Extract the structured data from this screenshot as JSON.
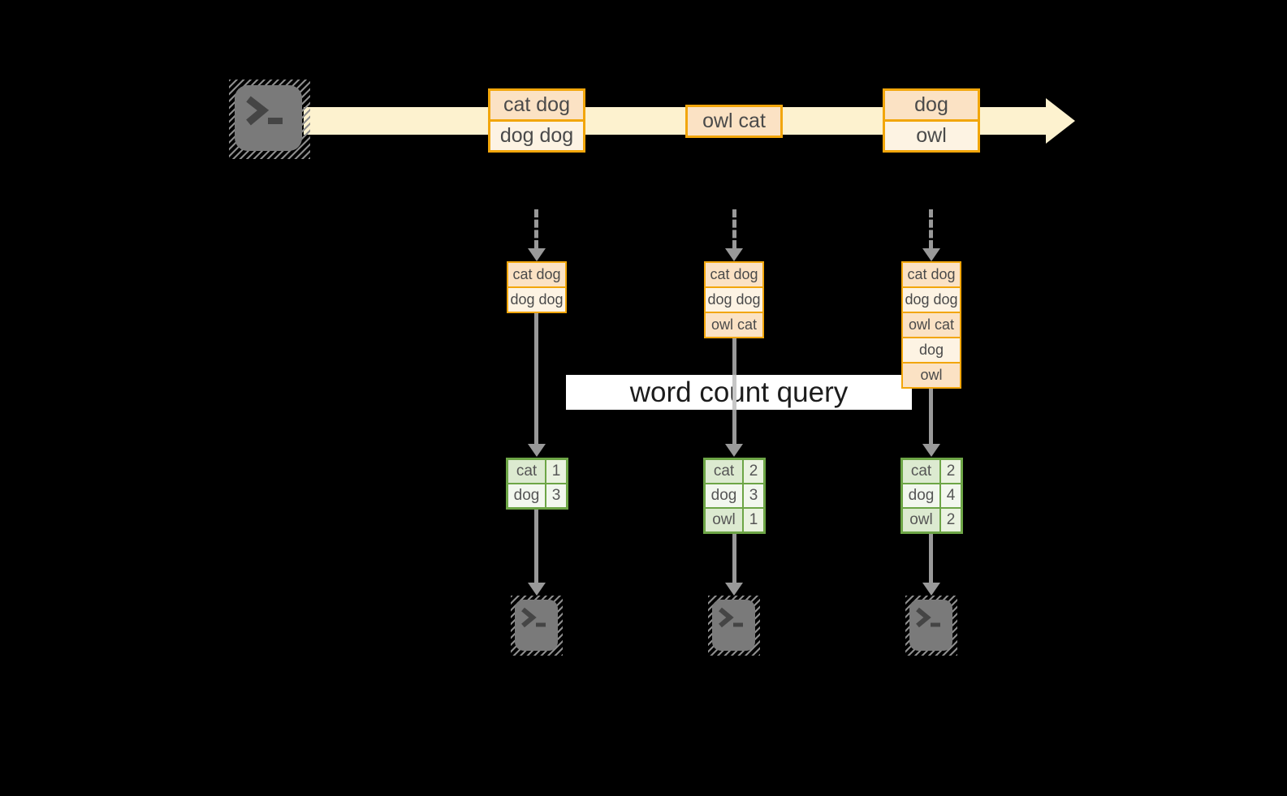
{
  "banner": {
    "label": "word count query"
  },
  "stream": {
    "source": "terminal",
    "events": [
      {
        "rows": [
          "cat dog",
          "dog dog"
        ]
      },
      {
        "rows": [
          "owl cat"
        ]
      },
      {
        "rows": [
          "dog",
          "owl"
        ]
      }
    ]
  },
  "columns": [
    {
      "buffer": [
        "cat dog",
        "dog dog"
      ],
      "counts": [
        {
          "word": "cat",
          "count": "1"
        },
        {
          "word": "dog",
          "count": "3"
        }
      ],
      "sink": "terminal"
    },
    {
      "buffer": [
        "cat dog",
        "dog dog",
        "owl cat"
      ],
      "counts": [
        {
          "word": "cat",
          "count": "2"
        },
        {
          "word": "dog",
          "count": "3"
        },
        {
          "word": "owl",
          "count": "1"
        }
      ],
      "sink": "terminal"
    },
    {
      "buffer": [
        "cat dog",
        "dog dog",
        "owl cat",
        "dog",
        "owl"
      ],
      "counts": [
        {
          "word": "cat",
          "count": "2"
        },
        {
          "word": "dog",
          "count": "4"
        },
        {
          "word": "owl",
          "count": "2"
        }
      ],
      "sink": "terminal"
    }
  ],
  "colors": {
    "background": "#000000",
    "stream_band": "#fdf2cf",
    "box_border": "#f2a60b",
    "box_fill_dark": "#fbe2c4",
    "box_fill_light": "#fdf3e3",
    "table_border": "#6da546",
    "cell_fill_dark": "#dcead0",
    "cell_fill_light": "#f2f7ee",
    "arrow_gray": "#999999",
    "terminal_gray": "#7a7a7a",
    "banner_bg": "#ffffff"
  }
}
